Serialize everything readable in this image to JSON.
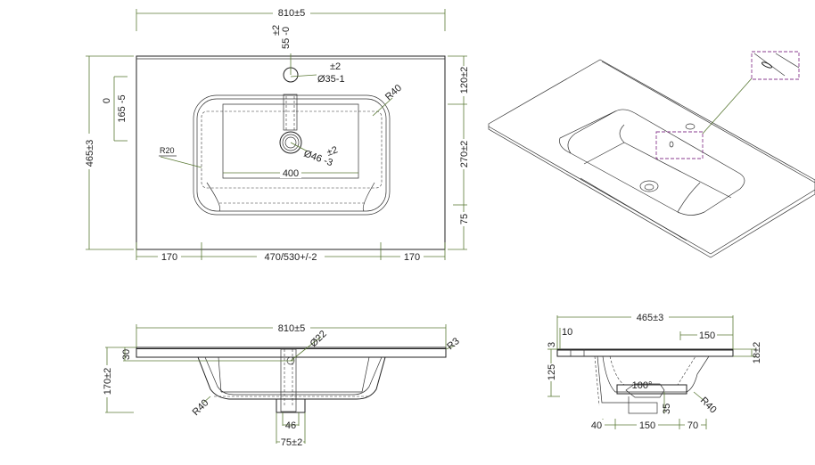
{
  "top_view": {
    "width": "810±5",
    "tap_offset_top": "55 -0",
    "tap_offset_tol": "±2",
    "tap_hole_tol": "±2",
    "tap_hole_diameter": "Ø35-1",
    "corner_radius_outer": "R40",
    "corner_radius_inner": "R20",
    "drain_diameter": "Ø46 -3",
    "drain_tol": "±2",
    "basin_inner_width": "400",
    "depth": "465±3",
    "offset_min": "0",
    "offset_value": "165 -5",
    "right_top": "120±2",
    "right_middle": "270±2",
    "right_bottom": "75",
    "bottom_left": "170",
    "bottom_center": "470/530+/-2",
    "bottom_right": "170"
  },
  "front_view": {
    "width": "810±5",
    "overflow_diameter": "Ø22",
    "edge_radius": "R3",
    "thickness": "30",
    "height": "170±2",
    "bottom_radius": "R40",
    "drain_inner": "46",
    "drain_outer": "75±2"
  },
  "side_view": {
    "depth": "465±3",
    "lip": "10",
    "lip_height": "3",
    "rear_span": "150",
    "thickness": "18±2",
    "basin_height": "125",
    "angle": "100°",
    "drain_height": "35",
    "radius": "R40",
    "bottom_left": "40",
    "bottom_center": "150",
    "bottom_right": "70"
  },
  "colors": {
    "dimension": "#5b7a36",
    "detail_box": "#8a3b8f",
    "outline": "#222222"
  }
}
